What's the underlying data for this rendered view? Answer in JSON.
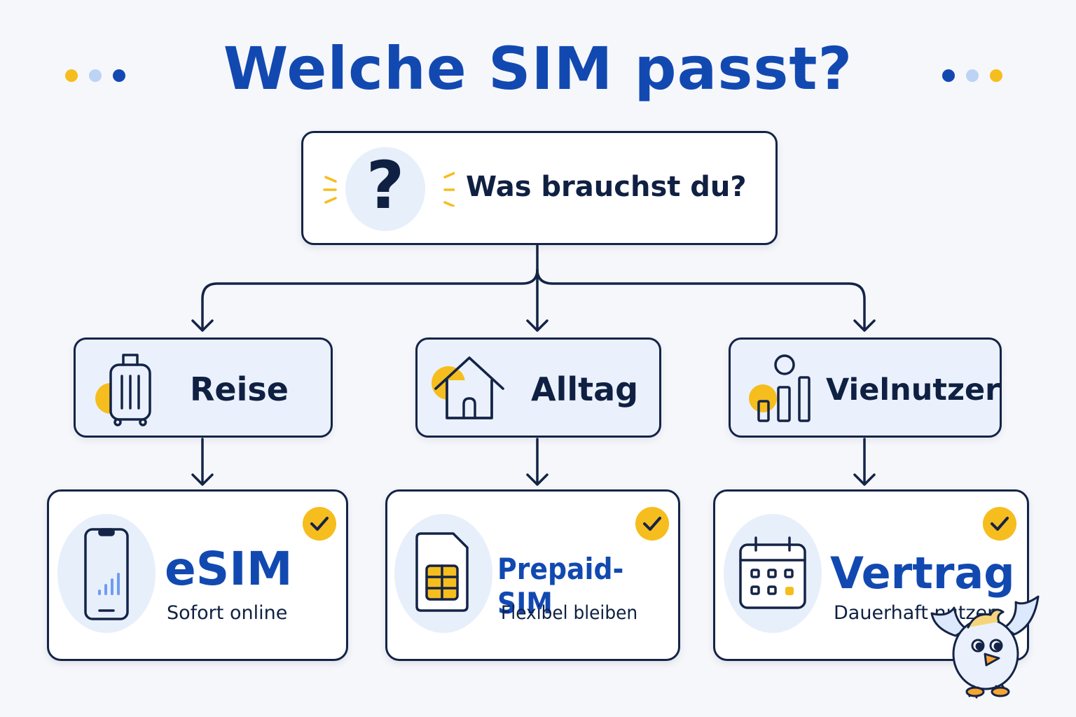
{
  "title": "Welche SIM passt?",
  "question": {
    "label": "Was brauchst du?",
    "icon": "question-mark-icon"
  },
  "categories": [
    {
      "label": "Reise",
      "icon": "suitcase-icon"
    },
    {
      "label": "Alltag",
      "icon": "house-icon"
    },
    {
      "label": "Vielnutzer",
      "icon": "bar-chart-user-icon"
    }
  ],
  "results": [
    {
      "title": "eSIM",
      "subtitle": "Sofort online",
      "icon": "smartphone-icon"
    },
    {
      "title": "Prepaid-SIM",
      "subtitle": "Flexibel bleiben",
      "icon": "sim-card-icon"
    },
    {
      "title": "Vertrag",
      "subtitle": "Dauerhaft nutzen",
      "icon": "calendar-icon"
    }
  ],
  "colors": {
    "primary": "#1249b1",
    "dark": "#0f2042",
    "accent": "#f6bd1e",
    "light": "#e7effb",
    "dot_light": "#bcd3f5"
  }
}
